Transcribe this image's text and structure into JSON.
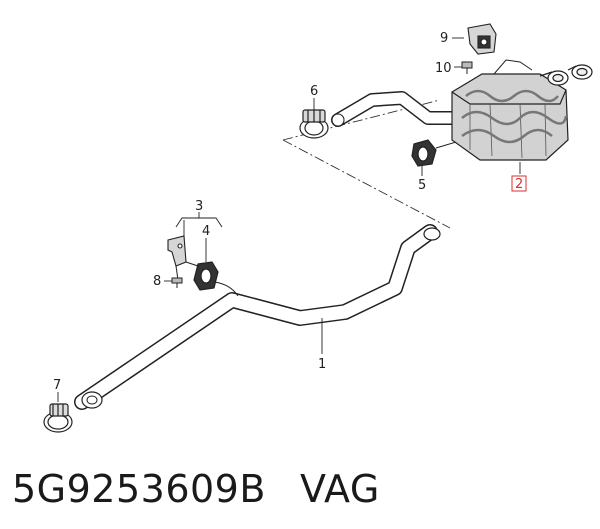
{
  "diagram": {
    "callouts": {
      "c1": "1",
      "c2": "2",
      "c3": "3",
      "c4": "4",
      "c5": "5",
      "c6": "6",
      "c7": "7",
      "c8": "8",
      "c9": "9",
      "c10": "10"
    },
    "highlight_color": "#d9302c"
  },
  "caption": {
    "part_number": "5G9253609B",
    "brand": "VAG"
  }
}
